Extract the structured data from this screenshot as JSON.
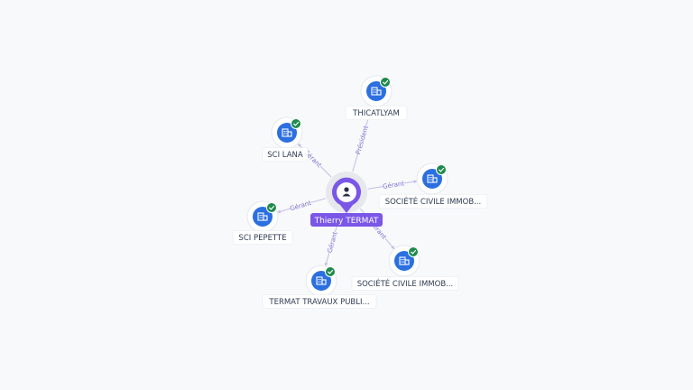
{
  "center": {
    "name": "Thierry TERMAT",
    "icon": "person-icon",
    "color": "#7b57e8"
  },
  "companies": [
    {
      "id": "thicatlyam",
      "label": "THICATLYAM",
      "relation": "Président",
      "icon": "building-icon",
      "badge": "verified-check-icon"
    },
    {
      "id": "sci-lana",
      "label": "SCI LANA",
      "relation": "Gérant",
      "icon": "building-icon",
      "badge": "verified-check-icon"
    },
    {
      "id": "sci-pepette",
      "label": "SCI PEPETTE",
      "relation": "Gérant",
      "icon": "building-icon",
      "badge": "verified-check-icon"
    },
    {
      "id": "termat-travaux",
      "label": "TERMAT TRAVAUX PUBLI...",
      "relation": "Gérant",
      "icon": "building-icon",
      "badge": "verified-check-icon"
    },
    {
      "id": "sci-immob-2",
      "label": "SOCIÉTÉ CIVILE IMMOB...",
      "relation": "Gérant",
      "icon": "building-icon",
      "badge": "verified-check-icon"
    },
    {
      "id": "sci-immob-1",
      "label": "SOCIÉTÉ CIVILE IMMOB...",
      "relation": "Gérant",
      "icon": "building-icon",
      "badge": "verified-check-icon"
    }
  ],
  "colors": {
    "company": "#2b6fe0",
    "badge": "#1f8a4c",
    "edge": "#c3bde6",
    "edge_label": "#7b6fd1",
    "accent": "#7b57e8"
  }
}
